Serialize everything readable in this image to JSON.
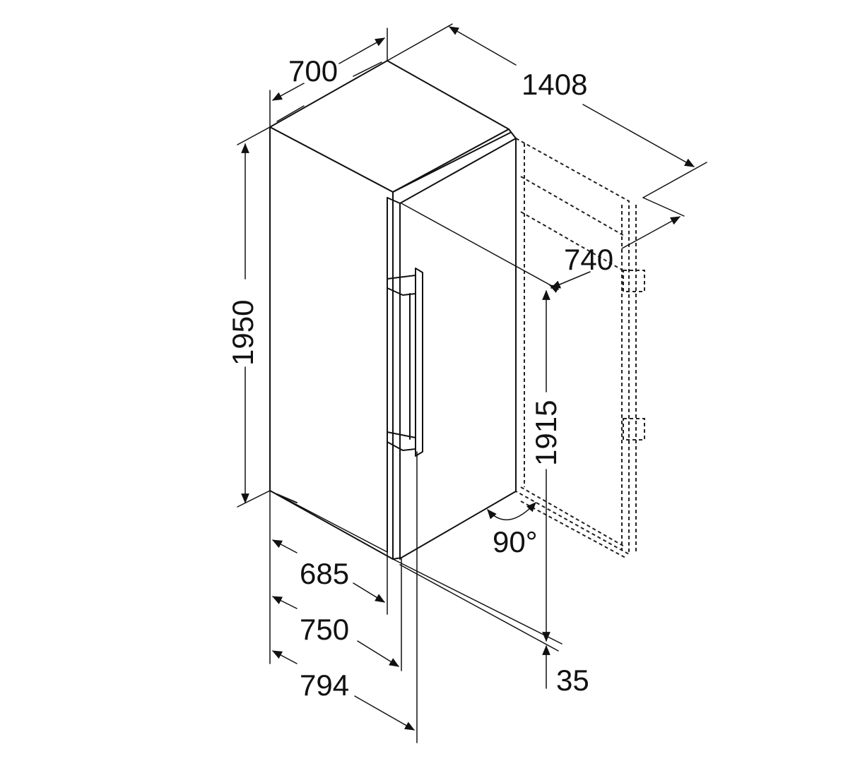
{
  "dimensions": {
    "width": "700",
    "overall_depth_open": "1408",
    "height": "1950",
    "niche_clearance": "740",
    "door_height": "1915",
    "door_angle": "90°",
    "depth_body": "685",
    "depth_with_door": "750",
    "depth_with_handle": "794",
    "handle_offset": "35"
  },
  "colors": {
    "line": "#111111",
    "background": "#ffffff"
  }
}
